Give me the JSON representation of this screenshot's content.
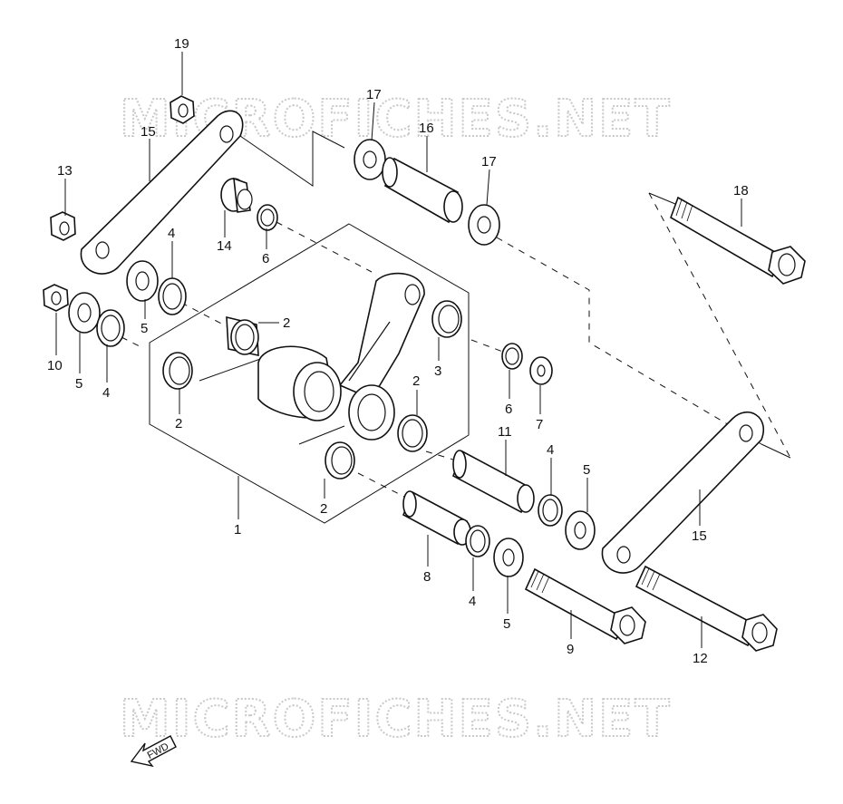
{
  "watermark": {
    "top": "MICROFICHES.NET",
    "bottom": "MICROFICHES.NET"
  },
  "fwd_label": "FWD",
  "callouts": [
    "19",
    "17",
    "16",
    "17",
    "15",
    "13",
    "14",
    "6",
    "18",
    "4",
    "5",
    "2",
    "10",
    "5",
    "4",
    "2",
    "3",
    "2",
    "6",
    "7",
    "11",
    "4",
    "5",
    "1",
    "2",
    "15",
    "8",
    "4",
    "5",
    "9",
    "12"
  ],
  "colors": {
    "line": "#111111",
    "watermark": "#c9c9c9",
    "background": "#ffffff"
  }
}
